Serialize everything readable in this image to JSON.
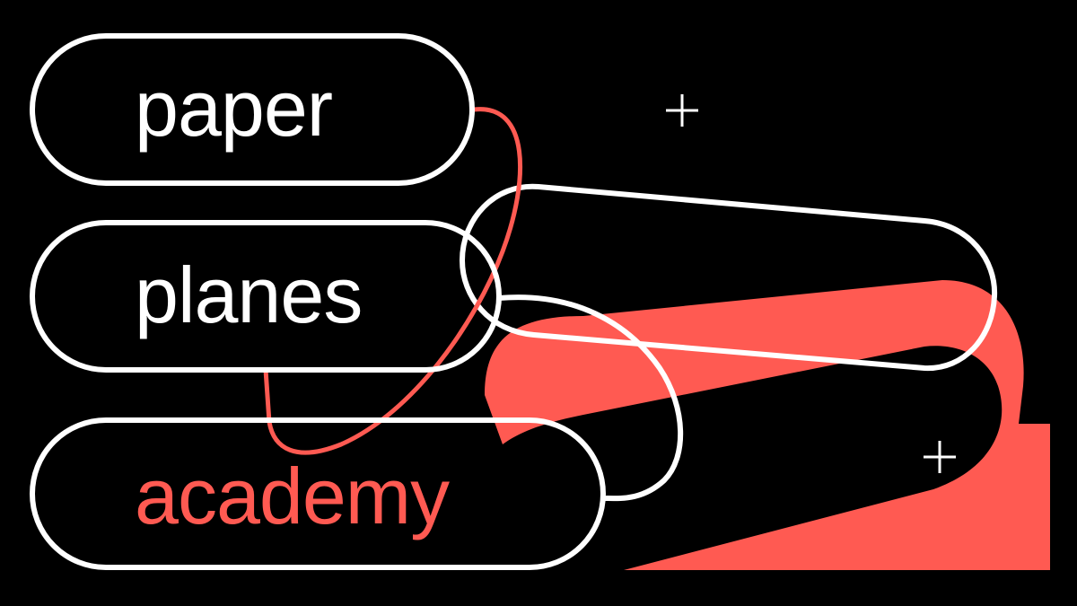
{
  "logo": {
    "words": [
      "paper",
      "planes",
      "academy"
    ]
  },
  "colors": {
    "background": "#000000",
    "outline": "#ffffff",
    "accent": "#ff5a52"
  },
  "decorations": {
    "plus_sign": "+"
  }
}
